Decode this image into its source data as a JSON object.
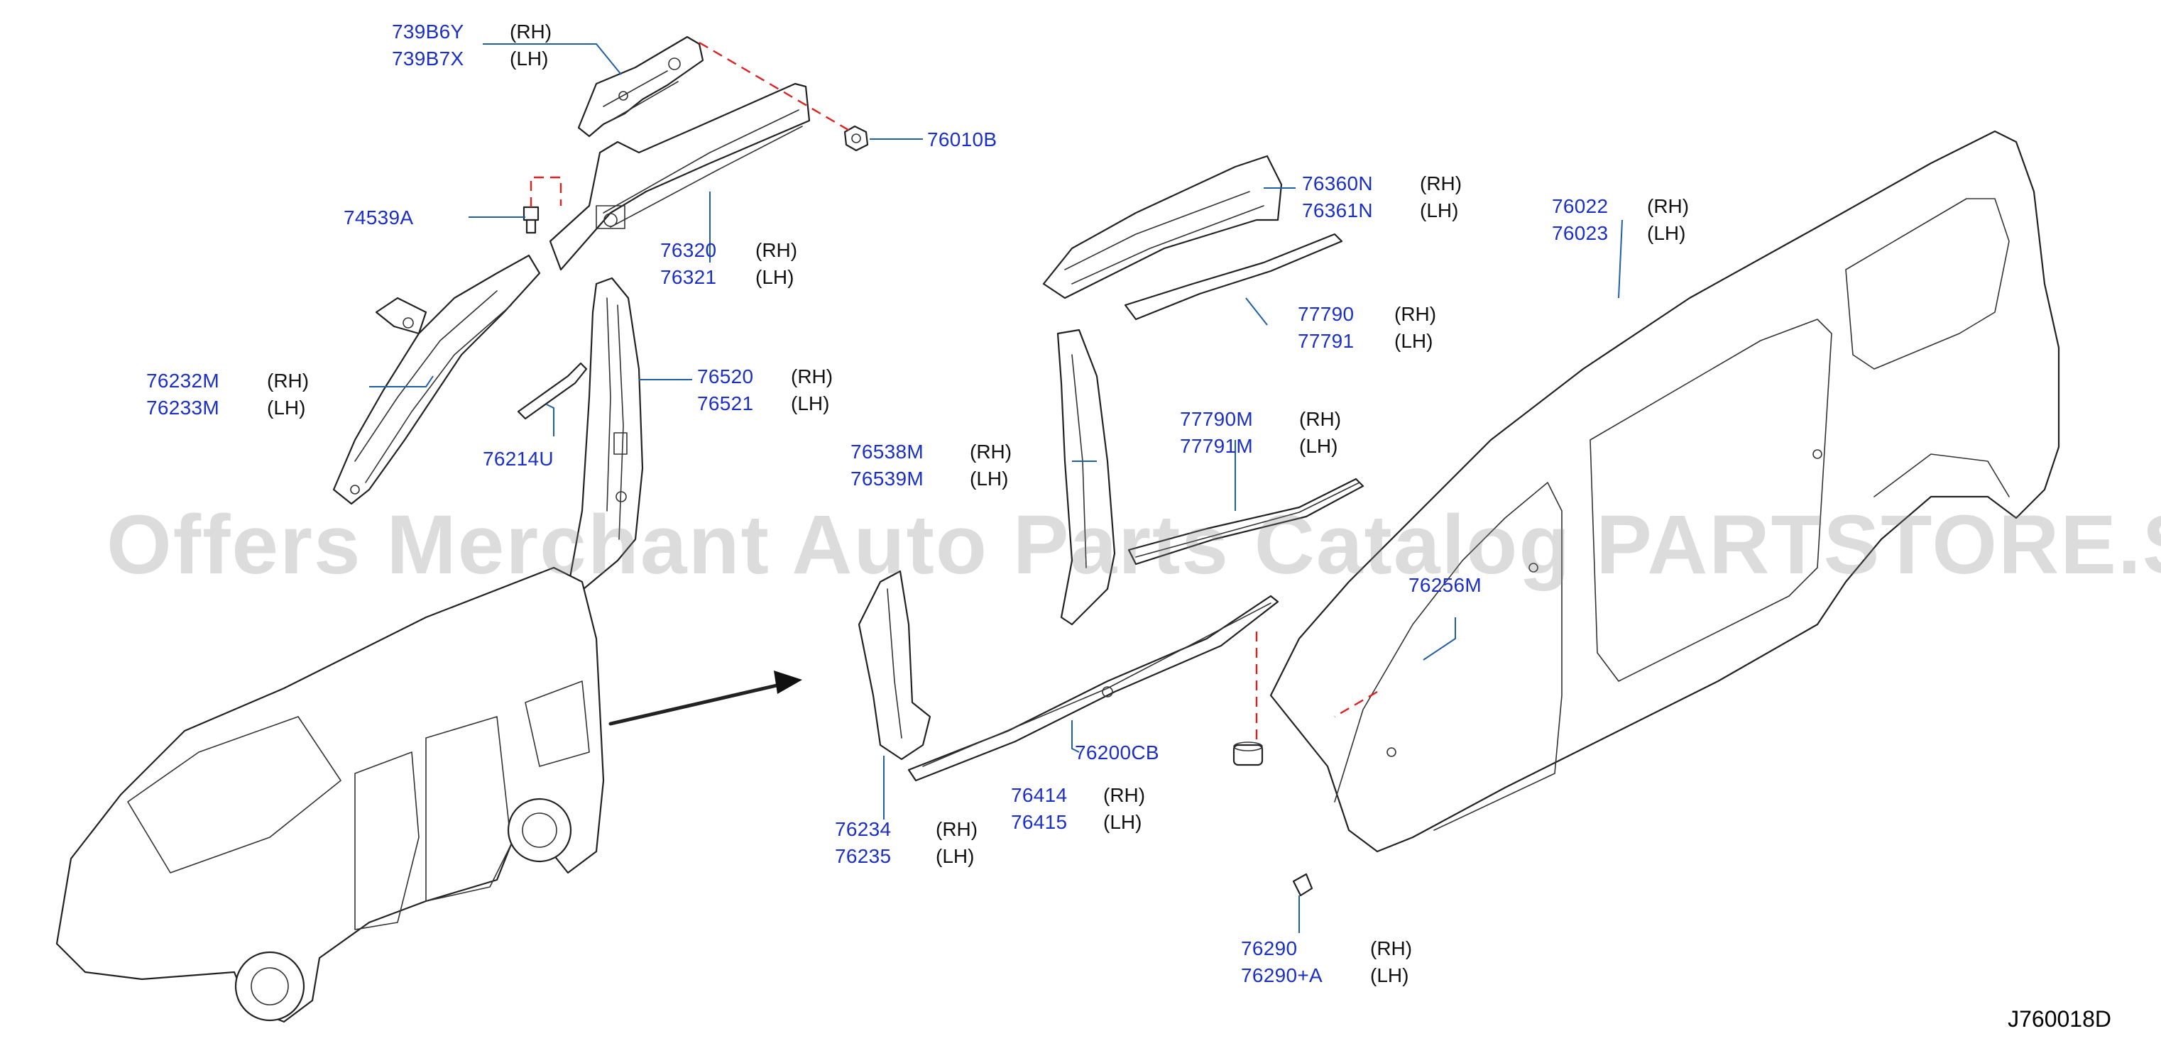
{
  "watermark": "Offers Merchant Auto Parts Catalog PARTSTORE.SA",
  "drawing_code": "J760018D",
  "colors": {
    "part_number": "#1a2fc8",
    "leader": "#1f5fa8",
    "guide_dash": "#e02020"
  },
  "labels": {
    "p739b6y": "739B6Y",
    "p739b6y_side": "(RH)",
    "p739b7x": "739B7X",
    "p739b7x_side": "(LH)",
    "p76010b": "76010B",
    "p74539a": "74539A",
    "p76320": "76320",
    "p76320_side": "(RH)",
    "p76321": "76321",
    "p76321_side": "(LH)",
    "p76232m": "76232M",
    "p76232m_side": "(RH)",
    "p76233m": "76233M",
    "p76233m_side": "(LH)",
    "p76520": "76520",
    "p76520_side": "(RH)",
    "p76521": "76521",
    "p76521_side": "(LH)",
    "p76214u": "76214U",
    "p76360n": "76360N",
    "p76360n_side": "(RH)",
    "p76361n": "76361N",
    "p76361n_side": "(LH)",
    "p77790": "77790",
    "p77790_side": "(RH)",
    "p77791": "77791",
    "p77791_side": "(LH)",
    "p77790m": "77790M",
    "p77790m_side": "(RH)",
    "p77791m": "77791M",
    "p77791m_side": "(LH)",
    "p76538m": "76538M",
    "p76538m_side": "(RH)",
    "p76539m": "76539M",
    "p76539m_side": "(LH)",
    "p76022": "76022",
    "p76022_side": "(RH)",
    "p76023": "76023",
    "p76023_side": "(LH)",
    "p76256m": "76256M",
    "p76200cb": "76200CB",
    "p76414": "76414",
    "p76414_side": "(RH)",
    "p76415": "76415",
    "p76415_side": "(LH)",
    "p76234": "76234",
    "p76234_side": "(RH)",
    "p76235": "76235",
    "p76235_side": "(LH)",
    "p76290": "76290",
    "p76290_side": "(RH)",
    "p76290a": "76290+A",
    "p76290a_side": "(LH)"
  }
}
